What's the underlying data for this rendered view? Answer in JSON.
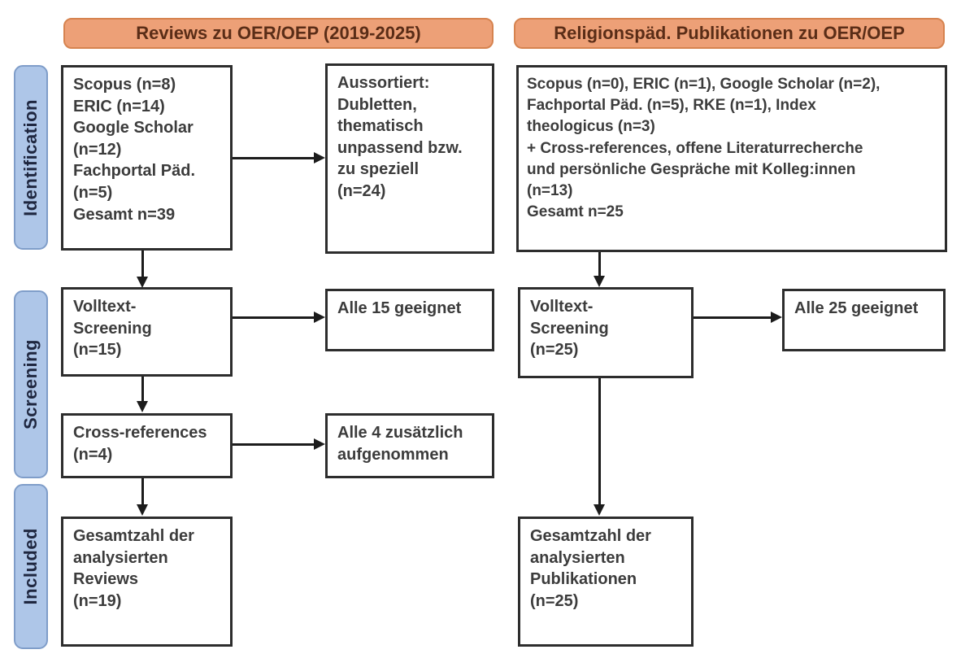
{
  "diagram": {
    "type": "prisma-flow-diagram",
    "column_headers": {
      "left": "Reviews zu OER/OEP (2019-2025)",
      "right": "Religionspäd. Publikationen zu OER/OEP"
    },
    "stage_labels": {
      "identification": "Identification",
      "screening": "Screening",
      "included": "Included"
    },
    "left_flow": {
      "sources": "Scopus (n=8)\nERIC (n=14)\nGoogle Scholar\n(n=12)\nFachportal Päd.\n(n=5)\nGesamt n=39",
      "excluded": "Aussortiert:\nDubletten,\nthematisch\nunpassend bzw.\nzu speziell\n(n=24)",
      "fulltext_screening": "Volltext-\nScreening\n(n=15)",
      "fulltext_result": "Alle 15 geeignet",
      "cross_references": "Cross-references\n(n=4)",
      "cross_references_result": "Alle 4 zusätzlich\naufgenommen",
      "included_total": "Gesamtzahl der\nanalysierten\nReviews\n(n=19)"
    },
    "right_flow": {
      "sources": "Scopus (n=0), ERIC (n=1), Google Scholar (n=2),\nFachportal Päd. (n=5), RKE (n=1), Index\ntheologicus (n=3)\n+ Cross-references, offene Literaturrecherche\nund persönliche Gespräche mit Kolleg:innen\n(n=13)\nGesamt n=25",
      "fulltext_screening": "Volltext-\nScreening\n(n=25)",
      "fulltext_result": "Alle 25 geeignet",
      "included_total": "Gesamtzahl der\nanalysierten\nPublikationen\n(n=25)"
    },
    "colors": {
      "header_fill": "#EDA077",
      "header_border": "#D6834F",
      "header_text": "#5A2D17",
      "stage_fill": "#AEC6E8",
      "stage_border": "#7F9DC9",
      "stage_text": "#1F2740",
      "box_border": "#2D2D2D",
      "box_text": "#3C3C3C",
      "arrow": "#1C1C1C",
      "background": "#FFFFFF"
    }
  }
}
